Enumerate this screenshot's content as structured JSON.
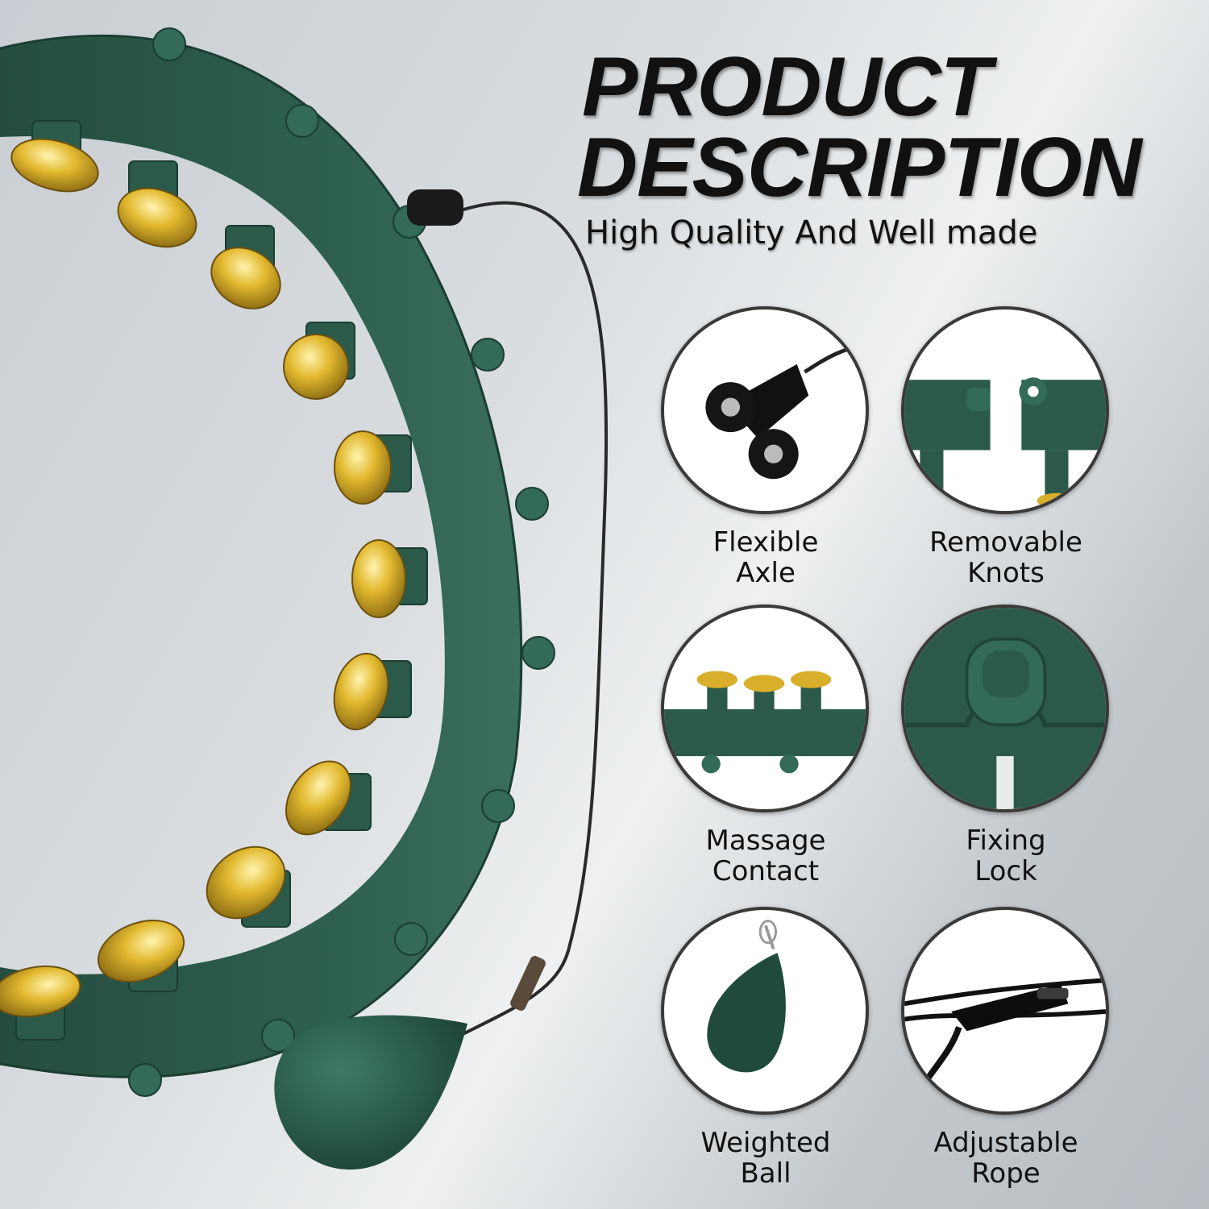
{
  "heading": {
    "title_line1": "PRODUCT",
    "title_line2": "DESCRIPTION",
    "subtitle": "High Quality And Well made"
  },
  "features": [
    {
      "line1": "Flexible",
      "line2": "Axle",
      "icon": "axle-wheels-icon"
    },
    {
      "line1": "Removable",
      "line2": "Knots",
      "icon": "detachable-segment-icon"
    },
    {
      "line1": "Massage",
      "line2": "Contact",
      "icon": "massage-nodes-icon"
    },
    {
      "line1": "Fixing",
      "line2": "Lock",
      "icon": "lock-button-icon"
    },
    {
      "line1": "Weighted",
      "line2": "Ball",
      "icon": "weighted-ball-icon"
    },
    {
      "line1": "Adjustable",
      "line2": "Rope",
      "icon": "rope-buckle-icon"
    }
  ],
  "colors": {
    "hoop_green": "#2b5a4b",
    "node_gold": "#d8ae2a",
    "outline": "#3a3a3a"
  }
}
